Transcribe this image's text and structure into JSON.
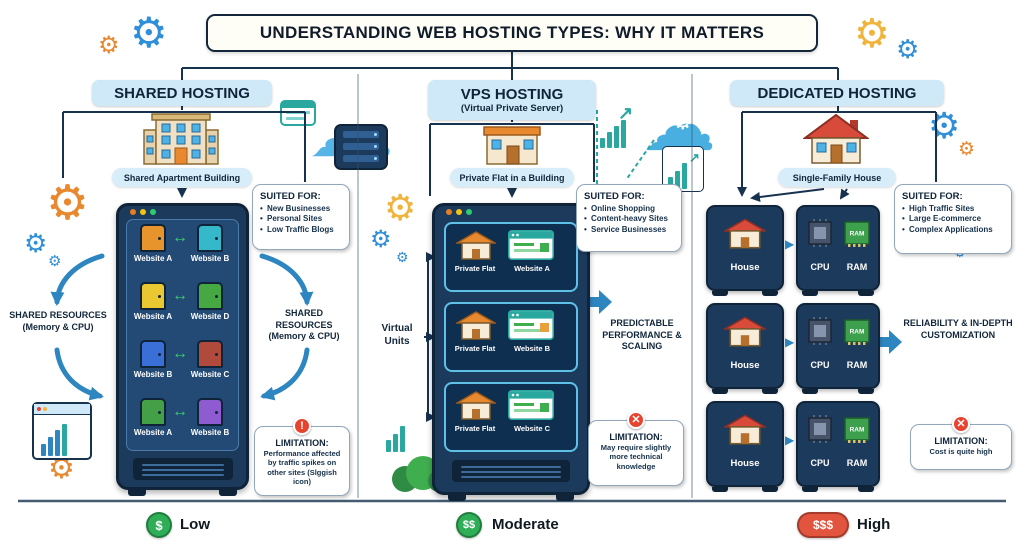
{
  "banner": {
    "title": "UNDERSTANDING WEB HOSTING TYPES: WHY IT MATTERS"
  },
  "icons": {
    "gear": "⚙",
    "cloud": "☁",
    "swap": "↔",
    "trend_up": "↗",
    "exclamation": "!",
    "cross": "✕",
    "play": "▶"
  },
  "shared": {
    "heading": "SHARED HOSTING",
    "analogy": "Shared Apartment Building",
    "suited": {
      "title": "SUITED FOR:",
      "items": [
        "New Businesses",
        "Personal Sites",
        "Low Traffic Blogs"
      ]
    },
    "left_note": {
      "text": "SHARED RESOURCES",
      "sub": "(Memory & CPU)"
    },
    "right_note": {
      "text": "SHARED RESOURCES",
      "sub": "(Memory & CPU)"
    },
    "rows": [
      {
        "left": "Website A",
        "right": "Website B",
        "left_color": "#e8942d",
        "right_color": "#35b8c9"
      },
      {
        "left": "Website A",
        "right": "Website D",
        "left_color": "#e9c832",
        "right_color": "#45a843"
      },
      {
        "left": "Website B",
        "right": "Website C",
        "left_color": "#3a6fd8",
        "right_color": "#b04a3c"
      },
      {
        "left": "Website A",
        "right": "Website B",
        "left_color": "#43a047",
        "right_color": "#8e5bd0"
      }
    ],
    "limitation": {
      "title": "LIMITATION:",
      "text": "Performance affected by traffic spikes on other sites (Slggish icon)"
    },
    "cost": {
      "symbol": "$",
      "label": "Low",
      "color": "#2fae57"
    }
  },
  "vps": {
    "heading": "VPS HOSTING",
    "subheading": "(Virtual Private Server)",
    "analogy": "Private Flat in a Building",
    "suited": {
      "title": "SUITED FOR:",
      "items": [
        "Online Shopping",
        "Content-heavy Sites",
        "Service Businesses"
      ]
    },
    "left_note": "Virtual Units",
    "right_note": "PREDICTABLE PERFORMANCE & SCALING",
    "units": [
      {
        "left": "Private Flat",
        "right": "Website A"
      },
      {
        "left": "Private Flat",
        "right": "Website B"
      },
      {
        "left": "Private Flat",
        "right": "Website C"
      }
    ],
    "limitation": {
      "title": "LIMITATION:",
      "text": "May require slightly more technical knowledge"
    },
    "cost": {
      "symbol": "$$",
      "label": "Moderate",
      "color": "#2fae57"
    }
  },
  "dedicated": {
    "heading": "DEDICATED HOSTING",
    "analogy": "Single-Family House",
    "suited": {
      "title": "SUITED FOR:",
      "items": [
        "High Traffic Sites",
        "Large E-commerce",
        "Complex Applications"
      ]
    },
    "right_note": "RELIABILITY & IN-DEPTH CUSTOMIZATION",
    "rows": [
      {
        "house": "House",
        "cpu": "CPU",
        "ram": "RAM"
      },
      {
        "house": "House",
        "cpu": "CPU",
        "ram": "RAM"
      },
      {
        "house": "House",
        "cpu": "CPU",
        "ram": "RAM"
      }
    ],
    "limitation": {
      "title": "LIMITATION:",
      "text": "Cost is quite high"
    },
    "cost": {
      "symbol": "$$$",
      "label": "High",
      "color": "#e2543e"
    }
  }
}
